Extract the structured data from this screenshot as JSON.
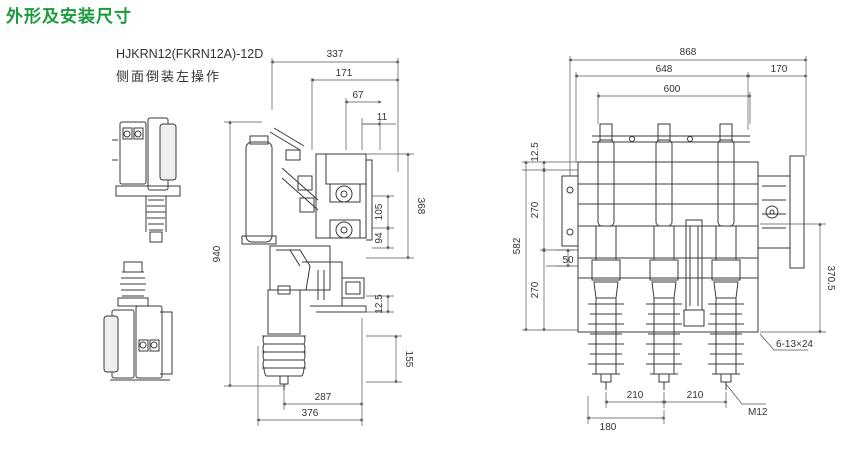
{
  "title": "外形及安装尺寸",
  "model": "HJKRN12(FKRN12A)-12D",
  "mounting": "侧面倒装左操作",
  "colors": {
    "title": "#1a9a3c",
    "line": "#3a3a3a",
    "dim": "#555555"
  },
  "dims": {
    "d337": "337",
    "d171": "171",
    "d67": "67",
    "d11": "11",
    "d368": "368",
    "d105": "105",
    "d94": "94",
    "d940": "940",
    "d12_5a": "12.5",
    "d155": "155",
    "d287": "287",
    "d376": "376",
    "d868": "868",
    "d648": "648",
    "d170": "170",
    "d600": "600",
    "d12_5b": "12.5",
    "d270a": "270",
    "d582": "582",
    "d50": "50",
    "d270b": "270",
    "d370_5": "370.5",
    "d6_13x24": "6-13×24",
    "d210a": "210",
    "d210b": "210",
    "d180": "180",
    "dM12": "M12"
  }
}
